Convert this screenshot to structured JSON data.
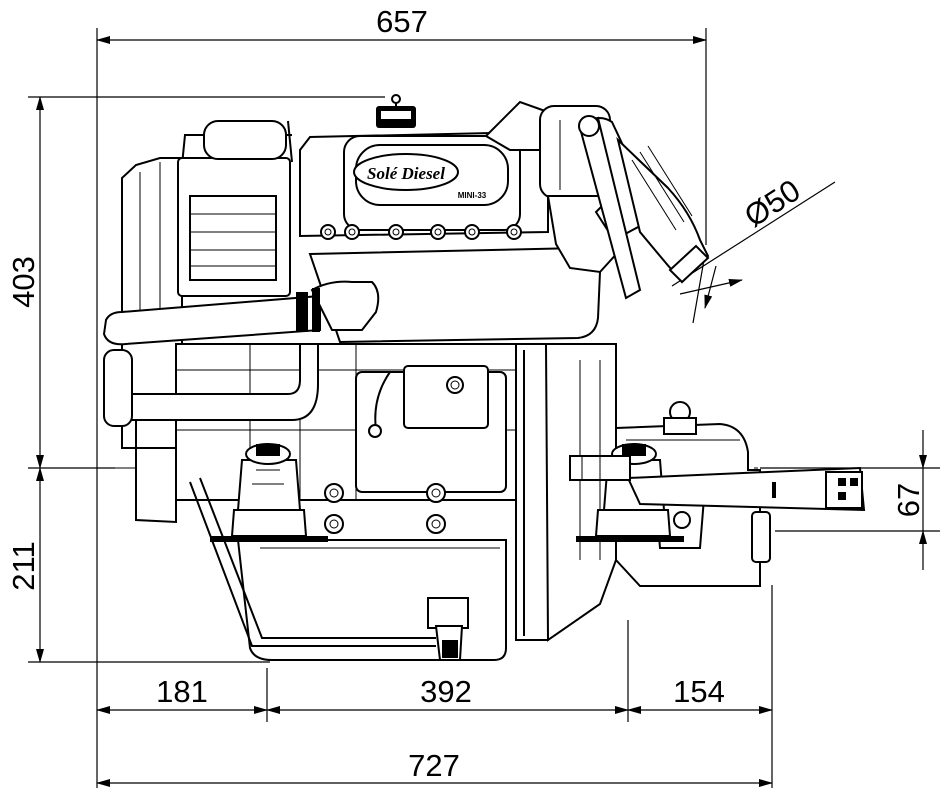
{
  "drawing": {
    "logo_text": "Solé Diesel",
    "model_plate": "MINI-33"
  },
  "dimensions": {
    "overall_width_top": "657",
    "height_above_axis": "403",
    "height_below_axis": "211",
    "outlet_diameter": "Ø50",
    "shaft_offset": "67",
    "front_to_mount": "181",
    "mount_to_mount": "392",
    "mount_to_flange": "154",
    "overall_length": "727"
  },
  "colors": {
    "line": "#000000",
    "background": "#ffffff"
  }
}
